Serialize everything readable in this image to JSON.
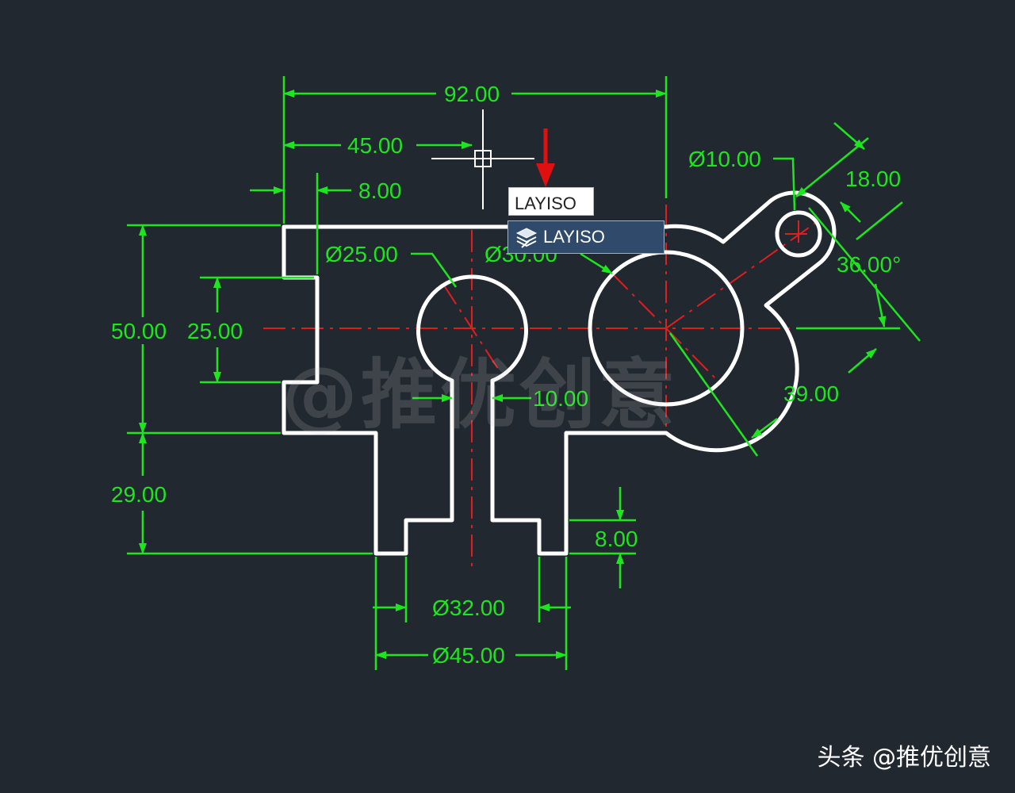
{
  "command": {
    "input_value": "LAYISO",
    "suggestion_label": "LAYISO",
    "suggestion_icon": "layer-isolate-icon"
  },
  "dimensions": {
    "overall_width": "92.00",
    "to_center": "45.00",
    "step": "8.00",
    "dia_small_arc": "Ø25.00",
    "dia_big_circle": "Ø30.00",
    "dia_hole": "Ø10.00",
    "link_len": "18.00",
    "angle": "36.00°",
    "arm_len": "39.00",
    "height_total": "50.00",
    "height_inner": "25.00",
    "height_lower": "29.00",
    "slot_width": "10.00",
    "foot_height": "8.00",
    "dia_32": "Ø32.00",
    "dia_45": "Ø45.00"
  },
  "watermark": "@推优创意",
  "footer": "头条 @推优创意",
  "colors": {
    "background": "#212830",
    "dimension": "#1ee61e",
    "outline": "#ffffff",
    "centerline": "#e01e1e",
    "arrow": "#e01010"
  }
}
